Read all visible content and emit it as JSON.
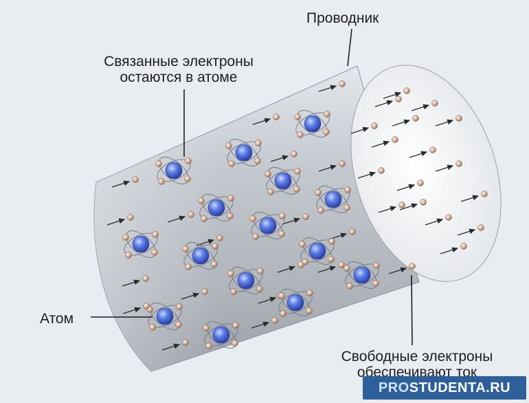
{
  "labels": {
    "bound_electrons_line1": "Связанные электроны",
    "bound_electrons_line2": "остаются в атоме",
    "conductor": "Проводник",
    "atom": "Атом",
    "free_electrons_line1": "Свободные электроны",
    "free_electrons_line2": "обеспечивают ток"
  },
  "watermark": {
    "prefix": "PRO",
    "rest": "STUDENTA.RU"
  },
  "colors": {
    "background": "#e9edf2",
    "cylinder_body": "#c9cdd3",
    "cylinder_face": "#f7f8fa",
    "nucleus": "#3f63d6",
    "electron": "#c9a58c",
    "leader_line": "#1d1d1f",
    "watermark_bg": "#2d5f9a"
  }
}
